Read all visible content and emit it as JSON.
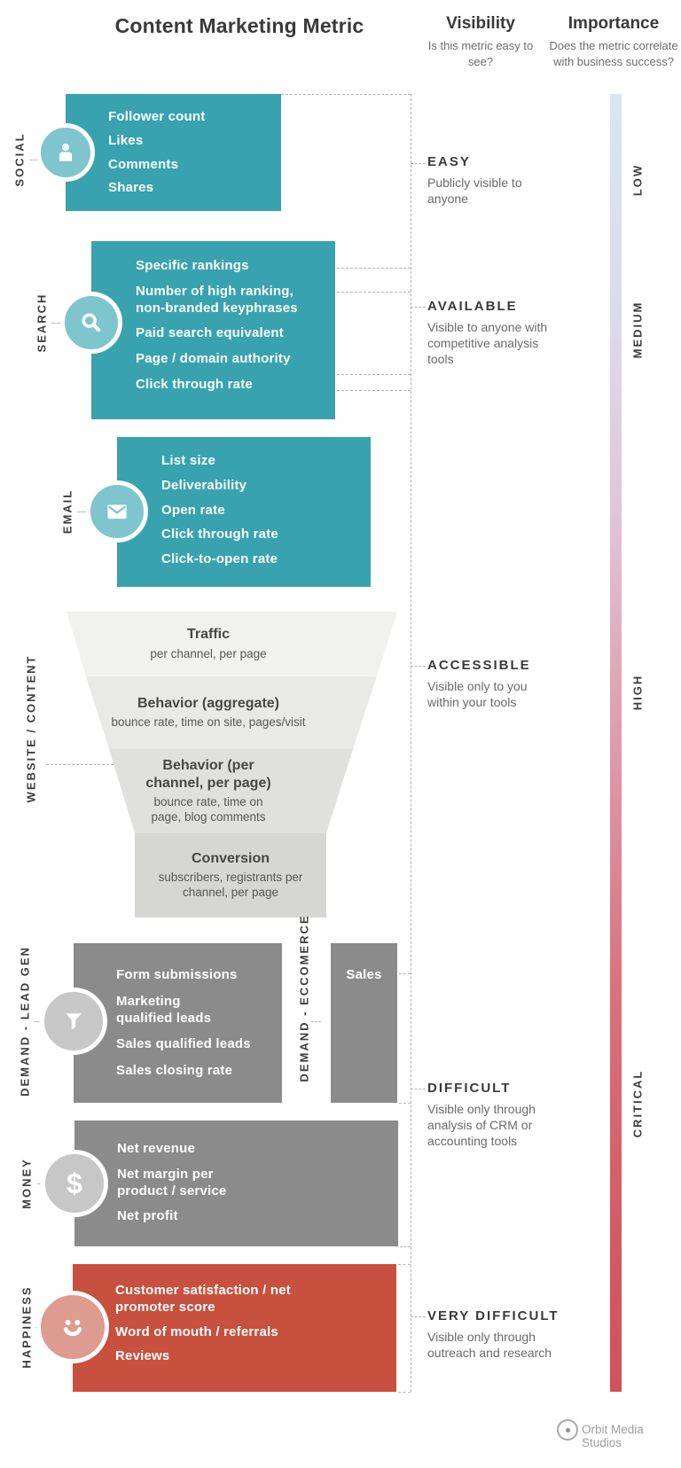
{
  "header": {
    "title": "Content Marketing Metric",
    "visibility_label": "Visibility",
    "visibility_sub": "Is this metric easy to see?",
    "importance_label": "Importance",
    "importance_sub": "Does the metric correlate with business success?"
  },
  "sections": {
    "social": {
      "label": "SOCIAL",
      "icon": "person-icon",
      "items": [
        "Follower count",
        "Likes",
        "Comments",
        "Shares"
      ]
    },
    "search": {
      "label": "SEARCH",
      "icon": "magnifier-icon",
      "items": [
        "Specific rankings",
        "Number of high ranking, non-branded keyphrases",
        "Paid search equivalent",
        "Page / domain authority",
        "Click through rate"
      ]
    },
    "email": {
      "label": "EMAIL",
      "icon": "envelope-icon",
      "items": [
        "List size",
        "Deliverability",
        "Open rate",
        "Click through rate",
        "Click-to-open rate"
      ]
    },
    "website": {
      "label": "WEBSITE / CONTENT",
      "funnel": [
        {
          "title": "Traffic",
          "sub": "per channel, per page"
        },
        {
          "title": "Behavior (aggregate)",
          "sub": "bounce rate, time on site, pages/visit"
        },
        {
          "title": "Behavior (per channel, per page)",
          "sub": "bounce rate, time on page, blog comments"
        },
        {
          "title": "Conversion",
          "sub": "subscribers, registrants per channel, per page"
        }
      ]
    },
    "demand_leadgen": {
      "label": "DEMAND - LEAD GEN",
      "icon": "funnel-icon",
      "items": [
        "Form submissions",
        "Marketing qualified leads",
        "Sales qualified leads",
        "Sales closing rate"
      ]
    },
    "demand_ecommerce": {
      "label": "DEMAND - ECCOMERCE",
      "items": [
        "Sales"
      ]
    },
    "money": {
      "label": "MONEY",
      "icon": "dollar-icon",
      "items": [
        "Net revenue",
        "Net margin per product / service",
        "Net profit"
      ]
    },
    "happiness": {
      "label": "HAPPINESS",
      "icon": "smiley-icon",
      "items": [
        "Customer satisfaction / net promoter score",
        "Word of mouth / referrals",
        "Reviews"
      ]
    }
  },
  "visibility_levels": [
    {
      "title": "EASY",
      "sub": "Publicly visible to anyone"
    },
    {
      "title": "AVAILABLE",
      "sub": "Visible to anyone with competitive analysis tools"
    },
    {
      "title": "ACCESSIBLE",
      "sub": "Visible only to you within your tools"
    },
    {
      "title": "DIFFICULT",
      "sub": "Visible only through analysis of CRM or accounting tools"
    },
    {
      "title": "VERY DIFFICULT",
      "sub": "Visible only through outreach and research"
    }
  ],
  "importance_levels": [
    "LOW",
    "MEDIUM",
    "HIGH",
    "CRITICAL"
  ],
  "colors": {
    "teal": "#38a3ae",
    "teal_light": "#7ec5cd",
    "gray": "#8b8b8b",
    "gray_light": "#c7c7c7",
    "red": "#c8503e",
    "red_light": "#de9b90",
    "importance_gradient_top": "#d7e6f4",
    "importance_gradient_bottom": "#d0525e"
  },
  "footer": {
    "logo": "orbit-logo-icon",
    "text": "Orbit Media Studios"
  }
}
